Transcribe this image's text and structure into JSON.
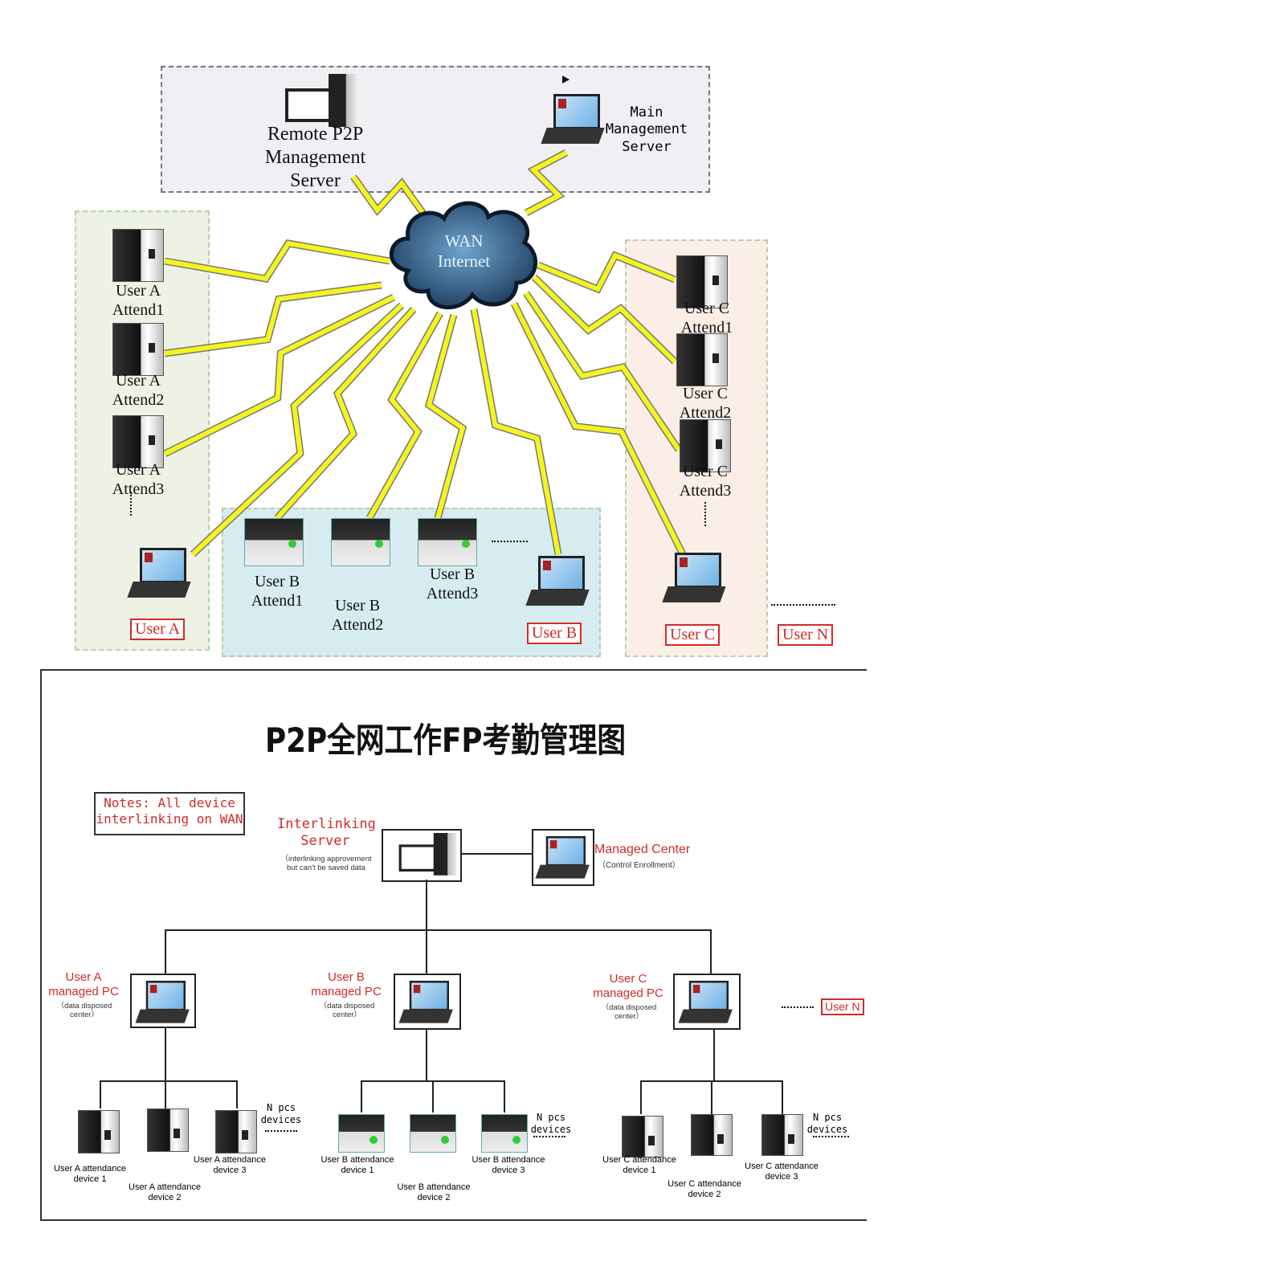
{
  "top": {
    "remote_server": "Remote P2P Management Server",
    "main_server": "Main Management Server",
    "cloud": {
      "line1": "WAN",
      "line2": "Internet"
    },
    "user_a": {
      "devices": [
        "User A Attend1",
        "User A Attend2",
        "User A Attend3"
      ],
      "label": "User A"
    },
    "user_b": {
      "devices": [
        "User B Attend1",
        "User B Attend2",
        "User B Attend3"
      ],
      "label": "User B"
    },
    "user_c": {
      "devices": [
        "User C Attend1",
        "User C Attend2",
        "User C Attend3"
      ],
      "label": "User C"
    },
    "user_n": "User N"
  },
  "bottom": {
    "title": "P2P全网工作FP考勤管理图",
    "notes": "Notes: All device interlinking on WAN",
    "interlinking_server": {
      "title": "Interlinking Server",
      "sub": "（interlinking approvement but can't be saved data"
    },
    "managed_center": {
      "title": "Managed Center",
      "sub": "（Control Enrollment）"
    },
    "pcs": [
      {
        "title": "User A managed PC",
        "sub": "（data disposed center）"
      },
      {
        "title": "User B managed PC",
        "sub": "（data disposed center）"
      },
      {
        "title": "User C managed PC",
        "sub": "（data disposed center）"
      }
    ],
    "user_n": "User N",
    "n_pcs": "N pcs devices",
    "devices_a": [
      "User A attendance device 1",
      "User A attendance device 2",
      "User A attendance device 3"
    ],
    "devices_b": [
      "User B attendance device 1",
      "User B attendance device 2",
      "User B attendance device 3"
    ],
    "devices_c": [
      "User C attendance device 1",
      "User C attendance device 2",
      "User C attendance device 3"
    ]
  },
  "colors": {
    "bolt": "#f5f51e",
    "accent_red": "#d42a2a",
    "cloud": "#2f5f86"
  }
}
